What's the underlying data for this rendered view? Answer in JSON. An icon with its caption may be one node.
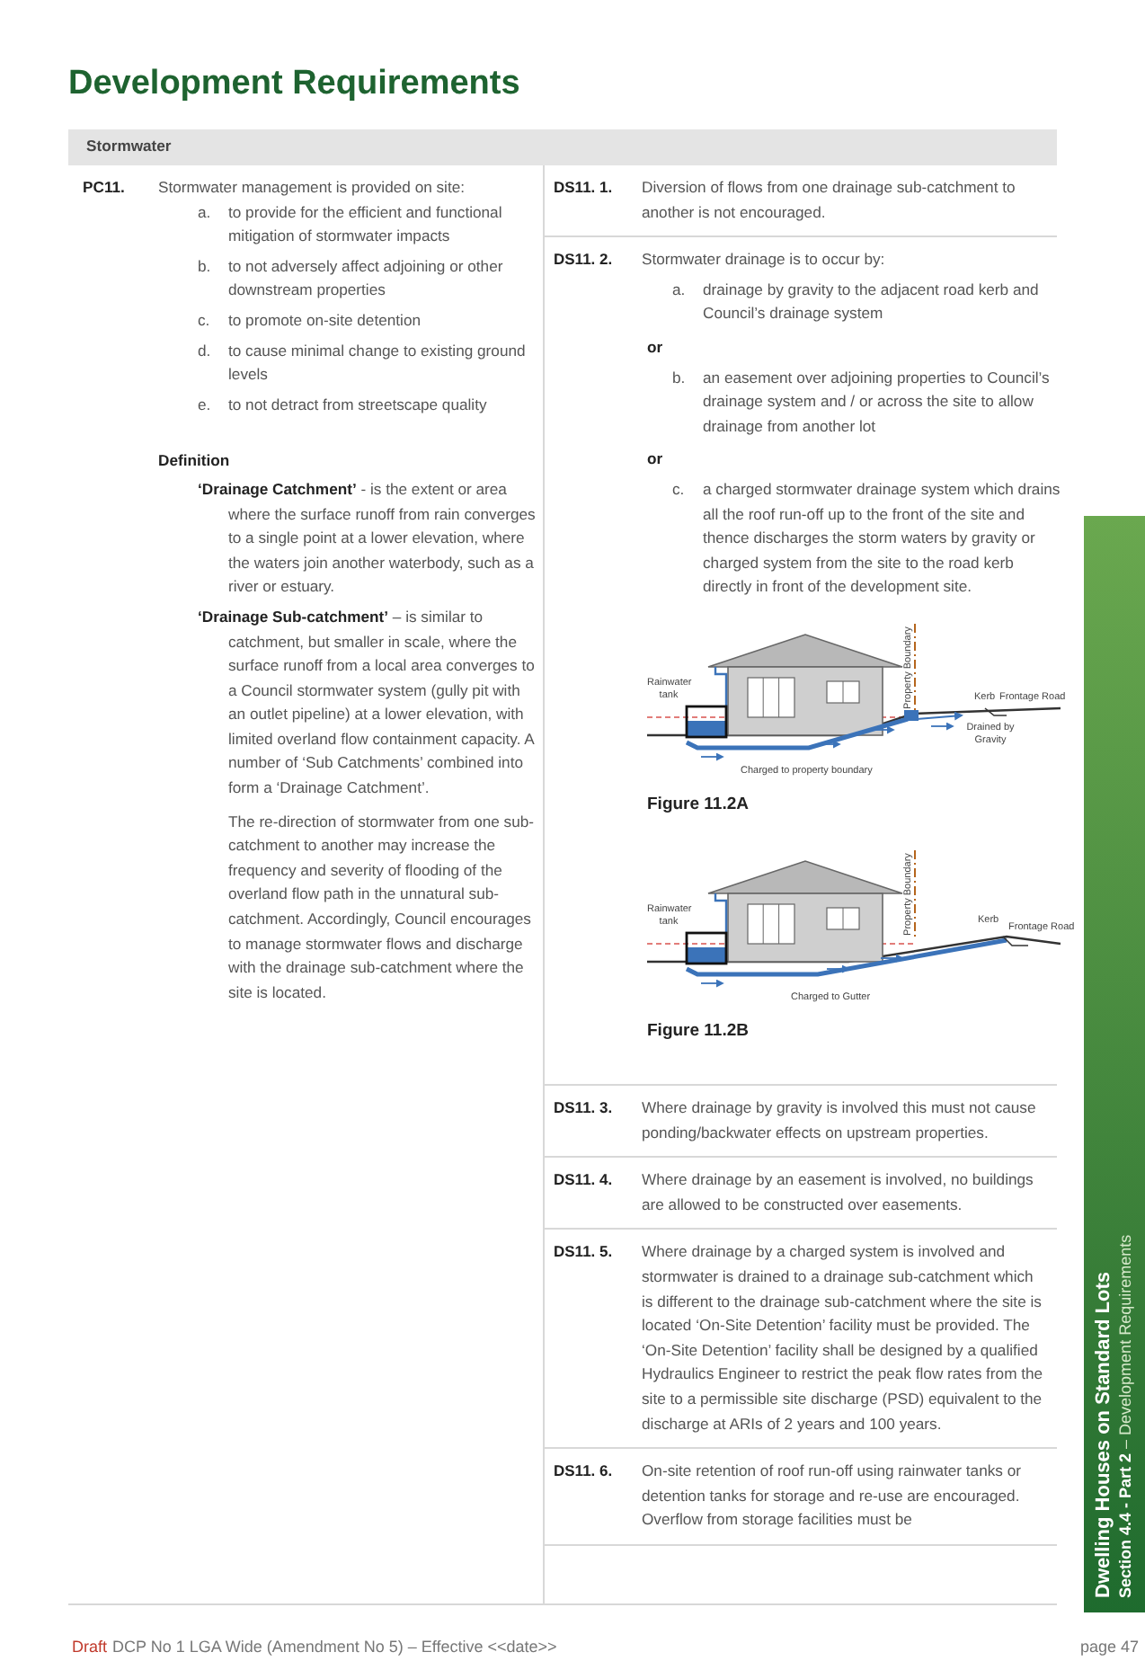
{
  "diagram": {
    "title": "Development Requirements",
    "labels": [
      "Stormwater",
      "PC11.",
      "Stormwater management is provided on site:",
      "a.",
      "to provide for the efficient and functional mitigation of stormwater impacts",
      "b.",
      "to not adversely affect adjoining or other downstream properties",
      "c.",
      "to promote on-site detention",
      "d.",
      "to cause minimal change to existing ground levels",
      "e.",
      "to not detract from streetscape quality",
      "Definition",
      "**‘Drainage Catchment’** - is the extent or area where the surface runoff from rain converges to a single point at a lower elevation, where the waters join another waterbody, such as a river or estuary.",
      "**‘Drainage Sub-catchment’** – is similar to catchment, but smaller in scale, where the surface runoff from a local area converges to a Council stormwater system (gully pit with an outlet pipeline) at a lower elevation, with limited overland flow containment capacity. A number of ‘Sub Catchments’ combined into form a ‘Drainage Catchment’.",
      "The re-direction of stormwater from one sub-catchment to another may increase the frequency and severity of flooding of the overland flow path in the unnatural sub-catchment. Accordingly, Council encourages to manage stormwater flows and discharge with the drainage sub-catchment where the site is located.",
      "DS11. 1.",
      "Diversion of flows from one drainage sub-catchment to another is not encouraged.",
      "DS11. 2.",
      "Stormwater drainage is to occur by:",
      "a.",
      "drainage by gravity to the adjacent road kerb and Council’s drainage system",
      "or",
      "b.",
      "an easement over adjoining properties to Council’s drainage system and / or across the site to allow drainage from another lot",
      "or",
      "c.",
      "a charged stormwater drainage system which drains all the roof run-off up to the front of the site and thence discharges the storm waters by gravity or charged system from the site to the road kerb directly in front of the development site.",
      "Rainwater tank",
      "Property Boundary",
      "Kerb",
      "Frontage Road",
      "Drained by Gravity",
      "Charged to property boundary",
      "Figure 11.2A",
      "Rainwater tank",
      "Property Boundary",
      "Kerb",
      "Frontage Road",
      "Charged to Gutter",
      "Figure 11.2B",
      "DS11. 3.",
      "Where drainage by gravity is involved this must not cause ponding/backwater effects on upstream properties.",
      "DS11. 4.",
      "Where drainage by an easement is involved, no buildings are allowed to be constructed over easements.",
      "DS11. 5.",
      "Where drainage by a charged system is involved and stormwater is drained to a drainage sub-catchment which is different to the drainage sub-catchment where the site is located ‘On-Site Detention’ facility must be provided. The ‘On-Site Detention’ facility shall be designed by a qualified Hydraulics Engineer to restrict the peak flow rates from the site to a permissible site discharge (PSD) equivalent to the discharge at ARIs of 2 years and 100 years.",
      "DS11. 6.",
      "On-site retention of roof run-off using rainwater tanks or detention tanks for storage and re-use are encouraged. Overflow from storage facilities must be",
      "Dwelling Houses on Standard Lots",
      "**Section 4.4 - Part 2** – Development Requirements",
      "Draft",
      "DCP No 1 LGA Wide (Amendment No 5) – Effective <<date>>",
      "page 47"
    ]
  }
}
